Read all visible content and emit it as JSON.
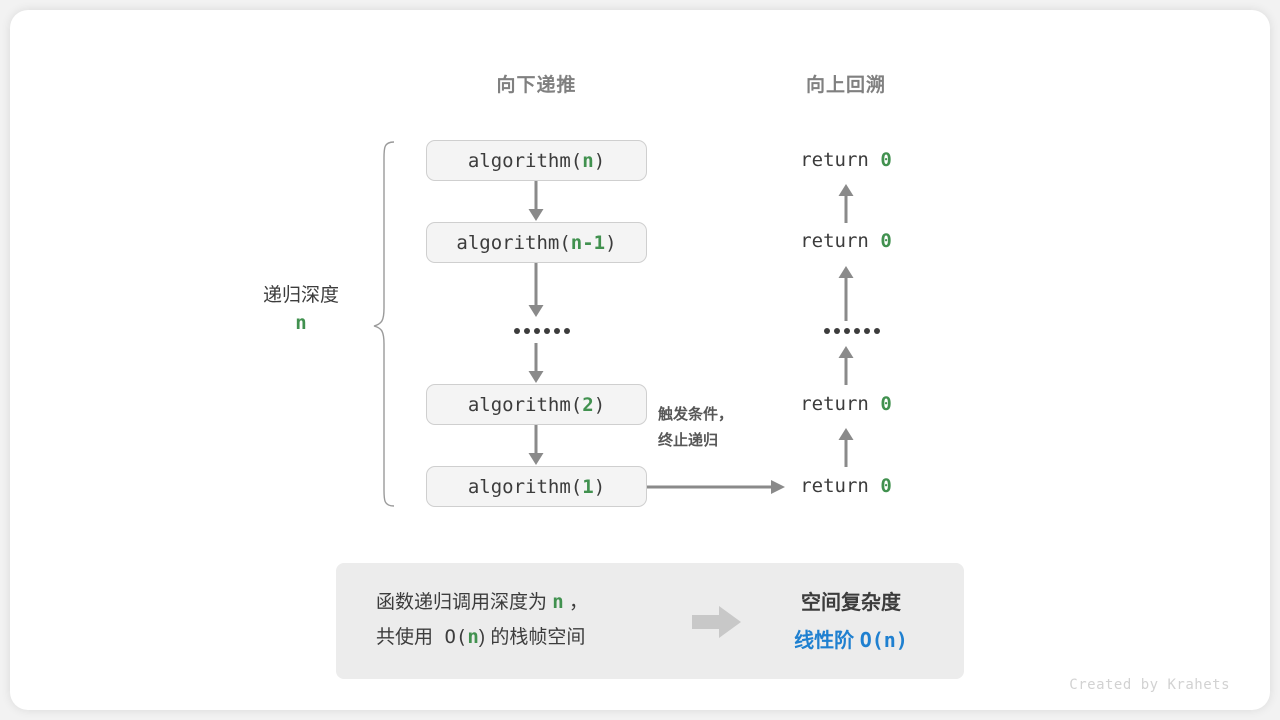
{
  "diagram": {
    "title_left": "向下递推",
    "title_right": "向上回溯",
    "depth_label": "递归深度",
    "depth_value": "n",
    "trigger_line1": "触发条件，",
    "trigger_line2": "终止递归",
    "ellipsis_dots": 6,
    "calls": [
      {
        "prefix": "algorithm(",
        "arg": "n",
        "suffix": ")"
      },
      {
        "prefix": "algorithm(",
        "arg": "n-1",
        "suffix": ")"
      },
      {
        "prefix": "algorithm(",
        "arg": "2",
        "suffix": ")"
      },
      {
        "prefix": "algorithm(",
        "arg": "1",
        "suffix": ")"
      }
    ],
    "returns": [
      {
        "keyword": "return",
        "value": "0"
      },
      {
        "keyword": "return",
        "value": "0"
      },
      {
        "keyword": "return",
        "value": "0"
      },
      {
        "keyword": "return",
        "value": "0"
      }
    ]
  },
  "summary": {
    "line1_a": "函数递归调用深度为 ",
    "line1_n": "n",
    "line1_b": " ，",
    "line2_a": "共使用 O(",
    "line2_n": "n",
    "line2_b": ") 的栈帧空间",
    "result_title": "空间复杂度",
    "result_label": "线性阶 ",
    "result_value": "O(n)"
  },
  "footer": {
    "credit": "Created by Krahets"
  },
  "colors": {
    "green": "#41914f",
    "blue": "#1f80d0",
    "gray_text": "#3c3c3c",
    "gray_header": "#808080",
    "arrow": "#808080",
    "box_fill": "#f4f4f4",
    "box_border": "#cfcfcf",
    "panel_fill": "#ececec",
    "block_arrow": "#c8c8c8",
    "footer": "#d2d2d2"
  }
}
